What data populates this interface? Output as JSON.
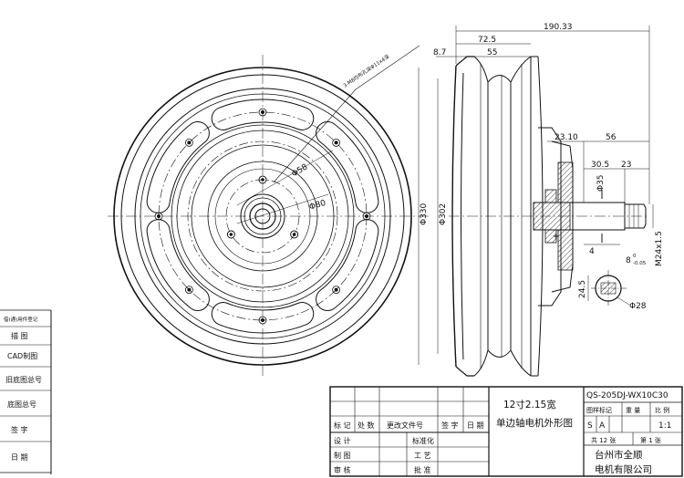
{
  "dimensions": {
    "overall_width": "190.33",
    "d72": "72.5",
    "d55": "55",
    "d87": "8.7",
    "d2310": "23.10",
    "d56": "56",
    "d305": "30.5",
    "d23": "23",
    "d35": "Φ35",
    "d4": "4",
    "d8": "8",
    "d8tol": "0",
    "d8tol2": "-0.05",
    "m24": "M24x1.5",
    "d245": "24.5",
    "d28": "Φ28",
    "d330": "Φ330",
    "d302": "Φ302",
    "d58": "Φ58",
    "d80": "Φ80",
    "thread_note": "3-M8均布孔深Φ11x4深"
  },
  "side_labels": [
    "借(通)用件登记",
    "描 图",
    "CAD制图",
    "旧底图总号",
    "底图总号",
    "签 字",
    "日 期"
  ],
  "title_block": {
    "col_headers": [
      "标 记",
      "处 数",
      "更改文件号",
      "签 字",
      "日 期"
    ],
    "rows": [
      {
        "left": "设 计",
        "mid": "标准化"
      },
      {
        "left": "制 图",
        "mid": "工 艺"
      },
      {
        "left": "审 核",
        "mid": "批 准"
      }
    ],
    "part_title_1": "12寸2.15宽",
    "part_title_2": "单边轴电机外形图",
    "drawing_no": "QS-205DJ-WX10C30",
    "mark_label": "图样标记",
    "weight_label": "重 量",
    "scale_label": "比 例",
    "mark_s": "S",
    "mark_a": "A",
    "scale_value": "1:1",
    "sheets_total": "共 12 张",
    "sheet_no": "第 1 张",
    "company_1": "台州市全顺",
    "company_2": "电机有限公司"
  }
}
